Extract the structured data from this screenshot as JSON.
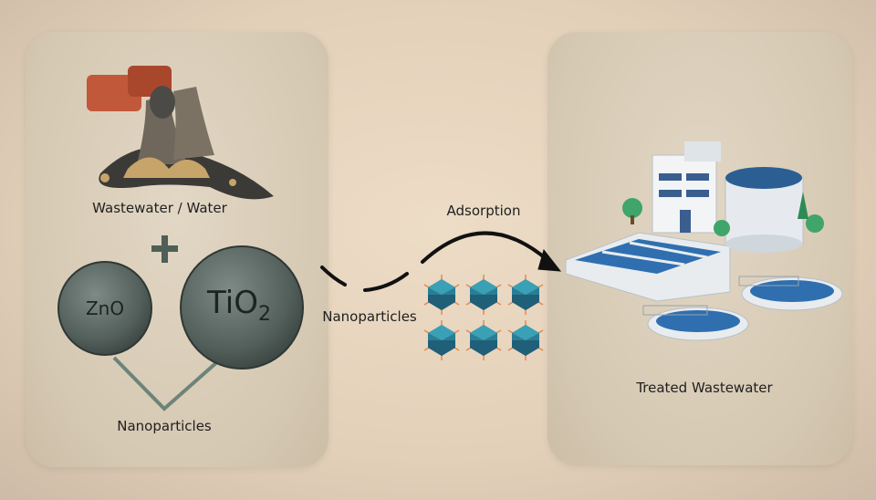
{
  "left": {
    "source_label": "Wastewater / Water",
    "plus": "+",
    "particle_a": "ZnO",
    "particle_b_main": "TiO",
    "particle_b_sub": "2",
    "group_label": "Nanoparticles"
  },
  "middle": {
    "process_label": "Adsorption",
    "particles_label": "Nanoparticles"
  },
  "right": {
    "result_label": "Treated Wastewater"
  },
  "colors": {
    "particle_teal": "#2a7e94",
    "sphere": "#5b6a66",
    "pipe": "#c2583a",
    "pool": "#2f6fb0"
  }
}
